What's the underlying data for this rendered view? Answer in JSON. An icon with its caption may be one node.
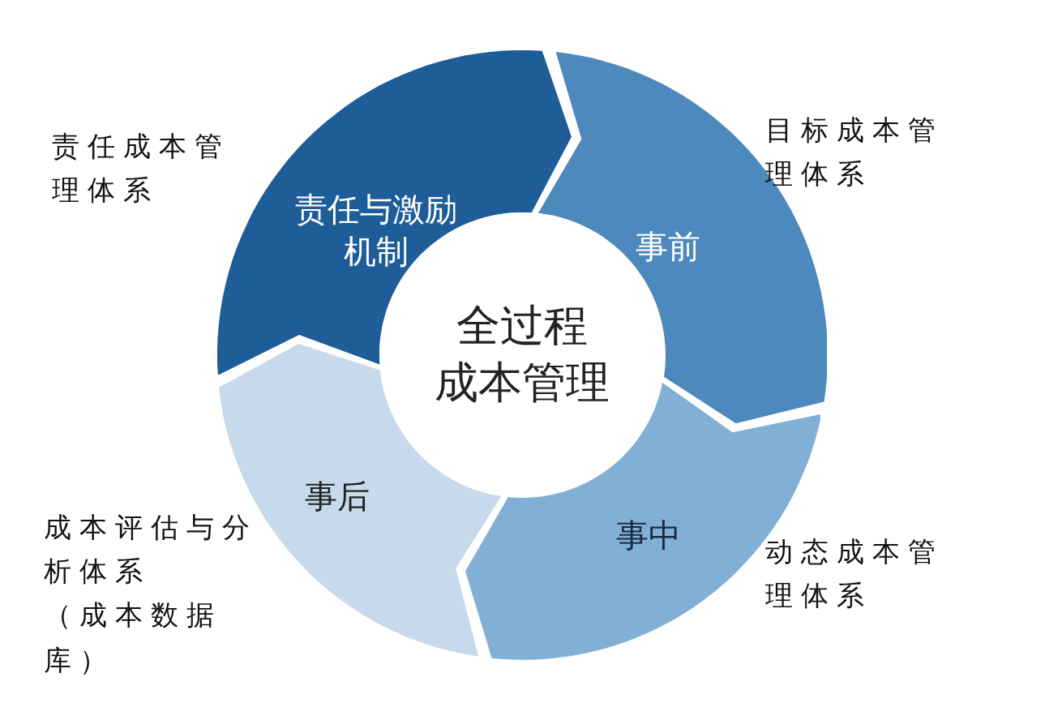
{
  "diagram": {
    "nodes": [
      {
        "text": [
          "全过程",
          "成本管理"
        ]
      },
      {
        "text": [
          "责任与激励机制"
        ],
        "beside": [
          "责任成本管理体系"
        ]
      },
      {
        "text": [
          "事前"
        ],
        "beside": [
          "目标成本管理体系"
        ]
      },
      {
        "text": [
          "事中"
        ],
        "beside": [
          "动态成本管理体系"
        ]
      },
      {
        "text": [
          "事后"
        ],
        "beside": [
          "成本评估与分析体系",
          "（成本数据库）"
        ]
      }
    ]
  }
}
